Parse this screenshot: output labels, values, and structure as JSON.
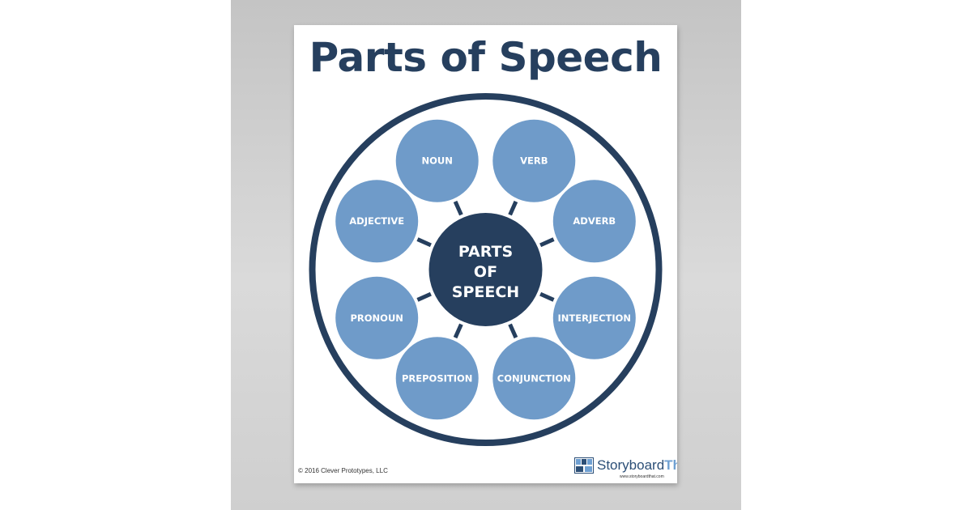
{
  "poster": {
    "title": "Parts of Speech",
    "center": {
      "lines": [
        "PARTS",
        "OF",
        "SPEECH"
      ]
    },
    "nodes": [
      {
        "label": "NOUN"
      },
      {
        "label": "VERB"
      },
      {
        "label": "ADVERB"
      },
      {
        "label": "INTERJECTION"
      },
      {
        "label": "CONJUNCTION"
      },
      {
        "label": "PREPOSITION"
      },
      {
        "label": "PRONOUN"
      },
      {
        "label": "ADJECTIVE"
      }
    ],
    "copyright": "© 2016 Clever Prototypes, LLC",
    "logo": {
      "word1": "Storyboard",
      "word2": "That",
      "url": "www.storyboardthat.com"
    }
  },
  "colors": {
    "title": "#263f5e",
    "outer_ring": "#263f5e",
    "center_fill": "#263f5e",
    "node_fill": "#6f9bc9",
    "connector": "#263f5e",
    "backdrop": "#cfcfcf"
  }
}
